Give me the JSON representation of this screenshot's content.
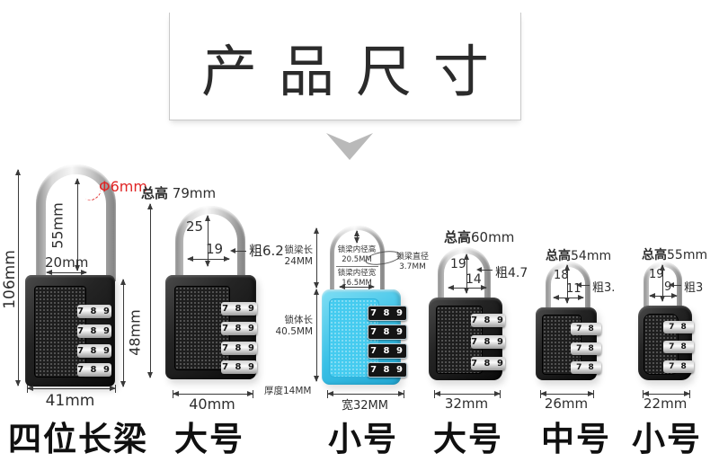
{
  "header": {
    "title": "产品尺寸"
  },
  "locks": {
    "long4": {
      "category": "四位长梁",
      "total_height": "106mm",
      "inner_height": "55mm",
      "inner_width": "20mm",
      "diameter": "Φ6mm",
      "body_height": "48mm",
      "width": "41mm",
      "dial": "7 8 9"
    },
    "big4": {
      "category": "大号",
      "total_label": "总高",
      "total_value": "79mm",
      "inner_height": "25",
      "inner_width": "19",
      "thickness": "粗6.2",
      "width": "40mm",
      "dial": "7 8 9"
    },
    "blue": {
      "category": "小号",
      "shackle_len_label": "锁梁长",
      "shackle_len_value": "24MM",
      "inner_h_label": "锁梁内径高",
      "inner_h_value": "20.5MM",
      "inner_w_label": "锁梁内径宽",
      "inner_w_value": "16.5MM",
      "dia_label": "锁梁直径",
      "dia_value": "3.7MM",
      "body_len_label": "锁体长",
      "body_len_value": "40.5MM",
      "thickness": "厚度14MM",
      "width": "宽32MM",
      "dial": "7 8 9"
    },
    "big3": {
      "category": "大号",
      "total_label": "总高",
      "total_value": "60mm",
      "inner_height": "19",
      "inner_width": "14",
      "thickness": "粗4.7",
      "width": "32mm",
      "dial": "7 8 9"
    },
    "mid3": {
      "category": "中号",
      "total_label": "总高",
      "total_value": "54mm",
      "inner_height": "18",
      "inner_width": "11",
      "thickness": "粗3.",
      "width": "26mm",
      "dial": "7 8"
    },
    "small3": {
      "category": "小号",
      "total_label": "总高",
      "total_value": "55mm",
      "inner_height": "19",
      "inner_width": "9",
      "thickness": "粗3",
      "width": "22mm",
      "dial": "7 8"
    }
  }
}
